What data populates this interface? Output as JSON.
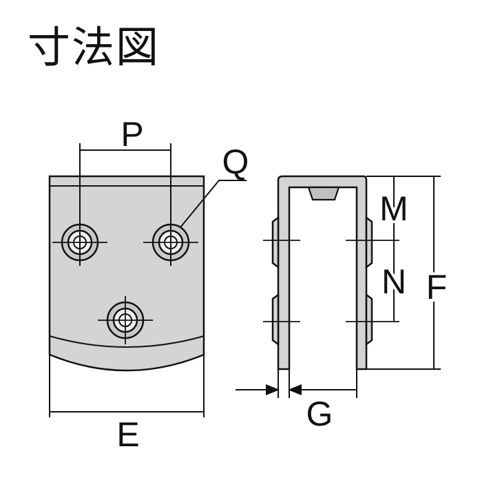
{
  "title": "寸法図",
  "labels": {
    "P": "P",
    "Q": "Q",
    "E": "E",
    "M": "M",
    "N": "N",
    "F": "F",
    "G": "G"
  },
  "colors": {
    "line": "#111111",
    "fill": "#d4d4d4",
    "background": "#ffffff"
  }
}
